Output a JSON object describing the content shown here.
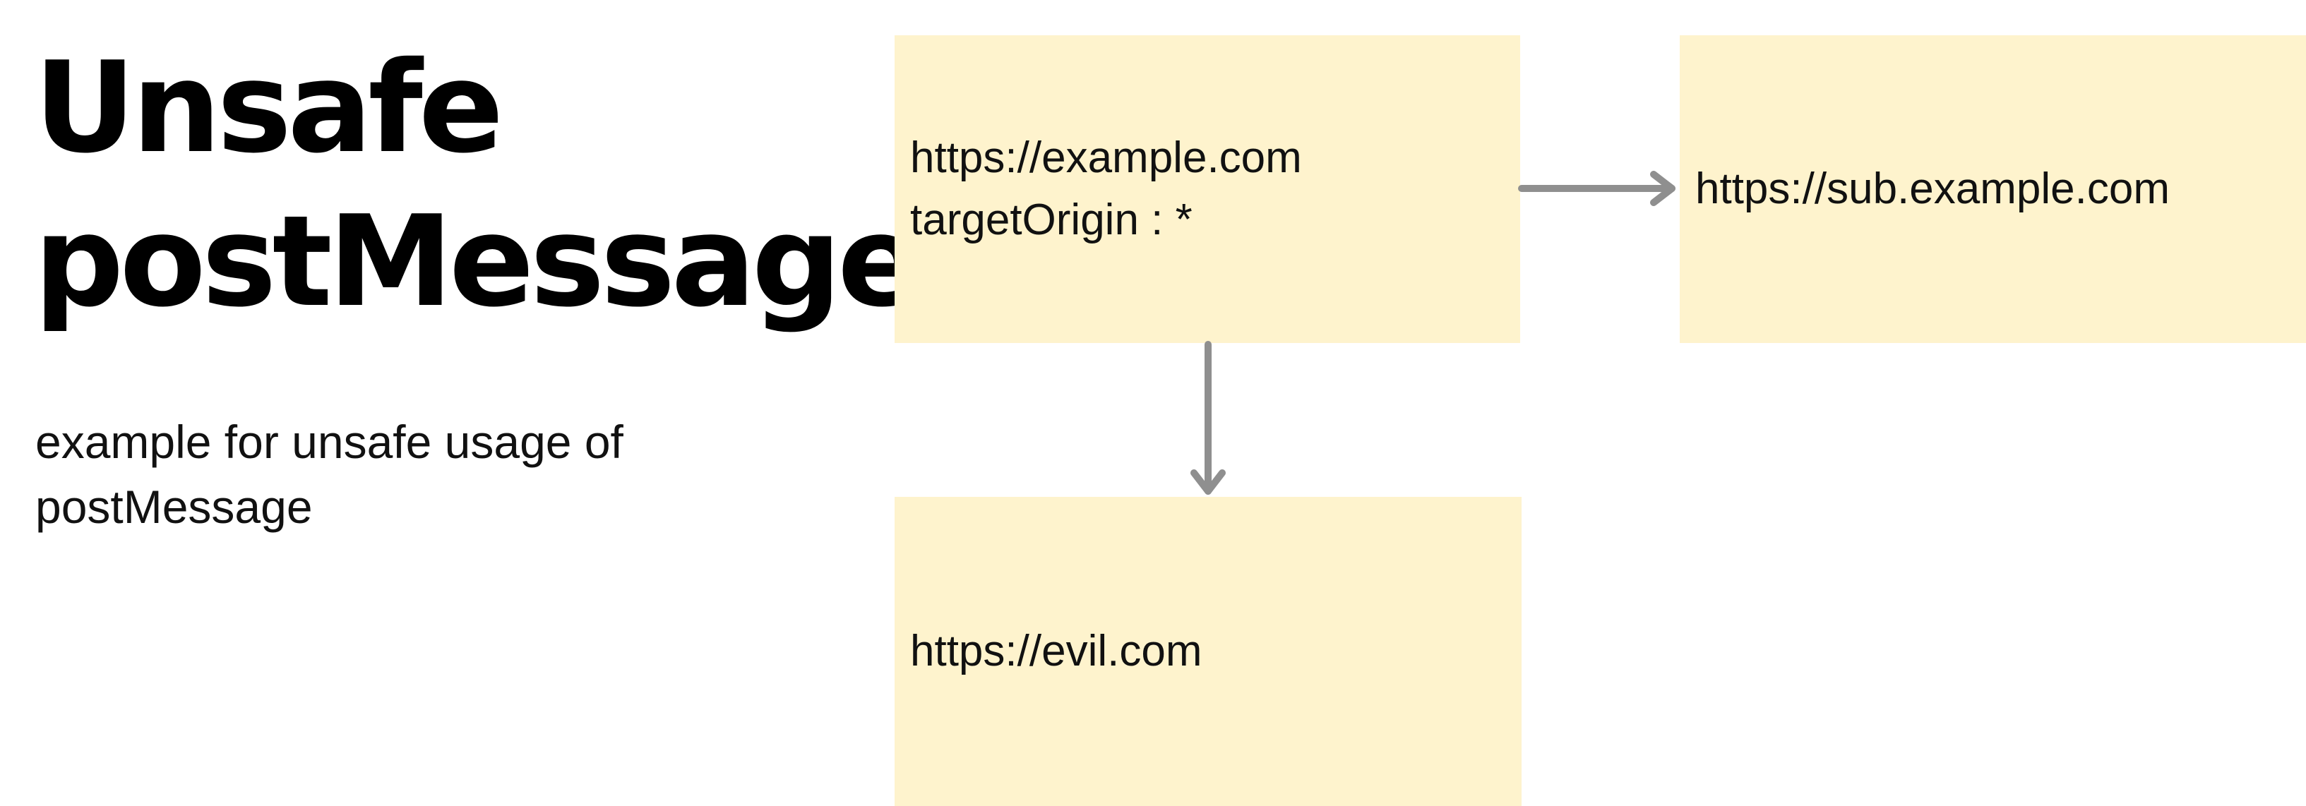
{
  "title": {
    "line1": "Unsafe",
    "line2": "postMessage"
  },
  "description": {
    "line1": "example for unsafe usage of",
    "line2": "postMessage"
  },
  "nodes": {
    "origin": {
      "line1": "https://example.com",
      "line2": "targetOrigin : *"
    },
    "sub": {
      "label": "https://sub.example.com"
    },
    "evil": {
      "label": "https://evil.com"
    }
  },
  "edges": [
    {
      "from": "origin",
      "to": "sub"
    },
    {
      "from": "origin",
      "to": "evil"
    }
  ],
  "colors": {
    "node_fill": "#fef3cd",
    "arrow": "#8f8f8f",
    "text": "#111111",
    "title": "#000000"
  }
}
